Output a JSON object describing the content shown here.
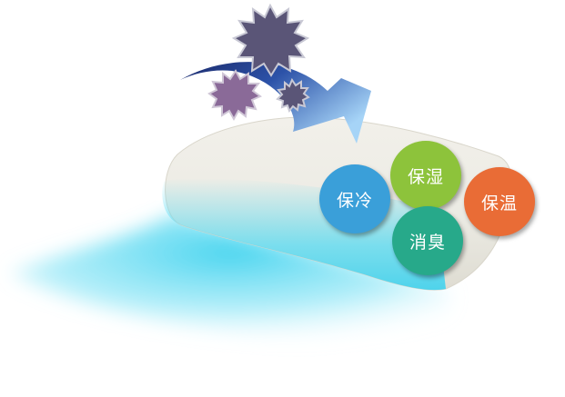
{
  "features": [
    {
      "label": "保冷",
      "color": "#3a9fd9"
    },
    {
      "label": "保湿",
      "color": "#8dc33b"
    },
    {
      "label": "保温",
      "color": "#e96c36"
    },
    {
      "label": "消臭",
      "color": "#27a98a"
    }
  ],
  "colors": {
    "germ_dark": "#5a5577",
    "germ_purple": "#8a6a98",
    "cool_glow": "#4fd6ee",
    "arrow_dark": "#1c2a6b",
    "arrow_light": "#9fd0f5"
  }
}
